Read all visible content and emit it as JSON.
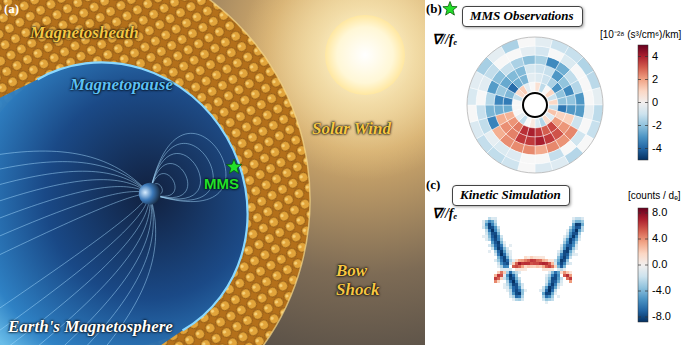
{
  "diagram": {
    "nodes": [
      {
        "text": [
          "MMS Observations"
        ]
      },
      {
        "text": [
          "Kinetic Simulation"
        ]
      }
    ],
    "labels": [
      "(a)",
      "Magnetosheath",
      "Magnetopause",
      "Solar Wind",
      "MMS",
      "Bow Shock",
      "Earth's Magnetosphere",
      "(b)",
      "∇//fₑ",
      "[10⁻²⁸ (s³/cm⁶)/km]",
      "4",
      "2",
      "0",
      "-2",
      "-4",
      "(c)",
      "∇//fₑ",
      "[counts / dₑ]",
      "8.0",
      "4.0",
      "0.0",
      "-4.0",
      "-8.0"
    ]
  }
}
